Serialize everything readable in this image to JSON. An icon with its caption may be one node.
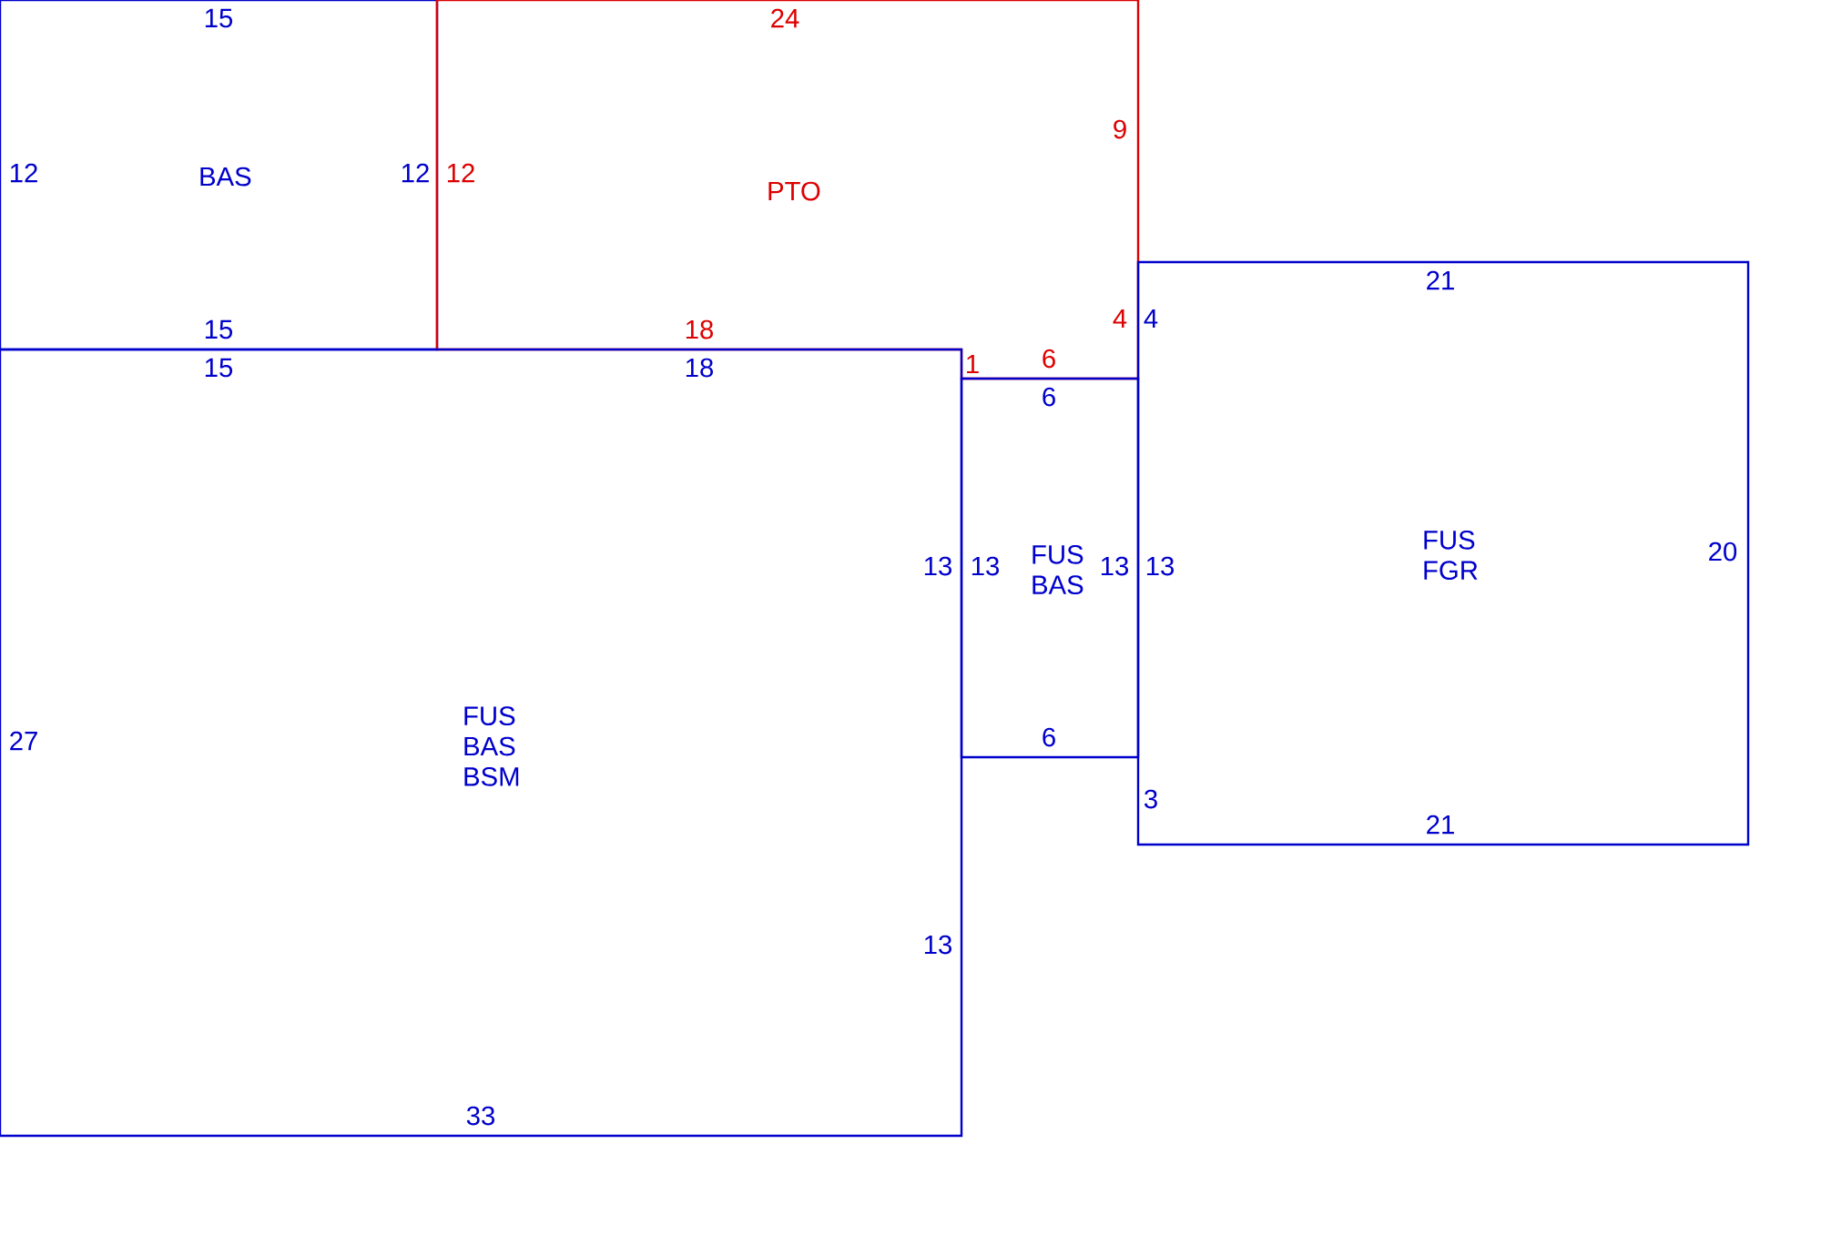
{
  "diagram": {
    "nodes": [
      {
        "text": [
          "BAS",
          "15",
          "12",
          "12",
          "15"
        ]
      },
      {
        "text": [
          "PTO",
          "24",
          "12",
          "9",
          "4",
          "18",
          "1",
          "6"
        ]
      },
      {
        "text": [
          "FUS BAS BSM",
          "15",
          "18",
          "13",
          "27",
          "13",
          "33"
        ]
      },
      {
        "text": [
          "FUS BAS",
          "6",
          "13",
          "13",
          "6"
        ]
      },
      {
        "text": [
          "FUS FGR",
          "21",
          "4",
          "13",
          "20",
          "3",
          "21"
        ]
      }
    ]
  }
}
